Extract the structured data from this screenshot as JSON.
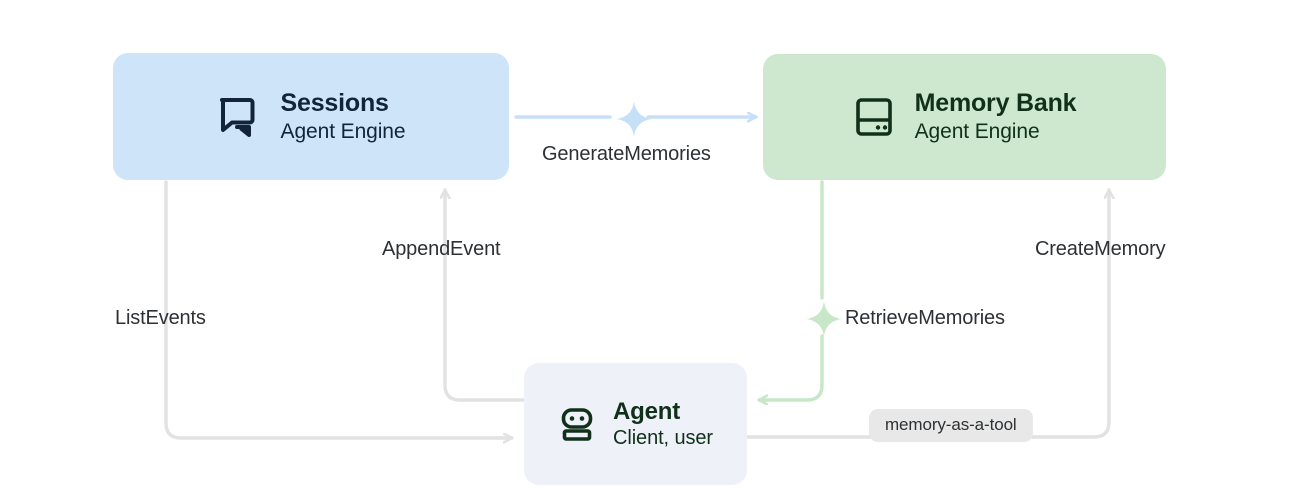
{
  "diagram": {
    "title": "Agent Engine Sessions and Memory Bank flow",
    "colors": {
      "sessions_fill": "#cee4f9",
      "memory_bank_fill": "#cee8d0",
      "agent_fill": "#eef2f8",
      "blue_edge": "#c6e0f8",
      "green_edge": "#c7e7c8",
      "gray_edge": "#e2e2e2",
      "label_text": "#2d3134",
      "pill_fill": "#e8e8e8"
    }
  },
  "nodes": {
    "sessions": {
      "title": "Sessions",
      "subtitle": "Agent Engine",
      "icon": "chat-bubbles-icon"
    },
    "memory_bank": {
      "title": "Memory Bank",
      "subtitle": "Agent Engine",
      "icon": "database-storage-icon"
    },
    "agent": {
      "title": "Agent",
      "subtitle": "Client, user",
      "icon": "robot-icon"
    }
  },
  "edges": [
    {
      "id": "generate-memories",
      "label": "GenerateMemories",
      "from": "sessions",
      "to": "memory_bank",
      "color": "#c6e0f8",
      "sparkle": true
    },
    {
      "id": "append-event",
      "label": "AppendEvent",
      "from": "agent",
      "to": "sessions",
      "color": "#e2e2e2",
      "sparkle": false
    },
    {
      "id": "list-events",
      "label": "ListEvents",
      "from": "sessions",
      "to": "agent",
      "color": "#e2e2e2",
      "sparkle": false
    },
    {
      "id": "retrieve-memories",
      "label": "RetrieveMemories",
      "from": "memory_bank",
      "to": "agent",
      "color": "#c7e7c8",
      "sparkle": true
    },
    {
      "id": "create-memory",
      "label": "CreateMemory",
      "from": "agent",
      "to": "memory_bank",
      "color": "#e2e2e2",
      "sparkle": false
    }
  ],
  "badges": {
    "memory_as_a_tool": "memory-as-a-tool"
  }
}
